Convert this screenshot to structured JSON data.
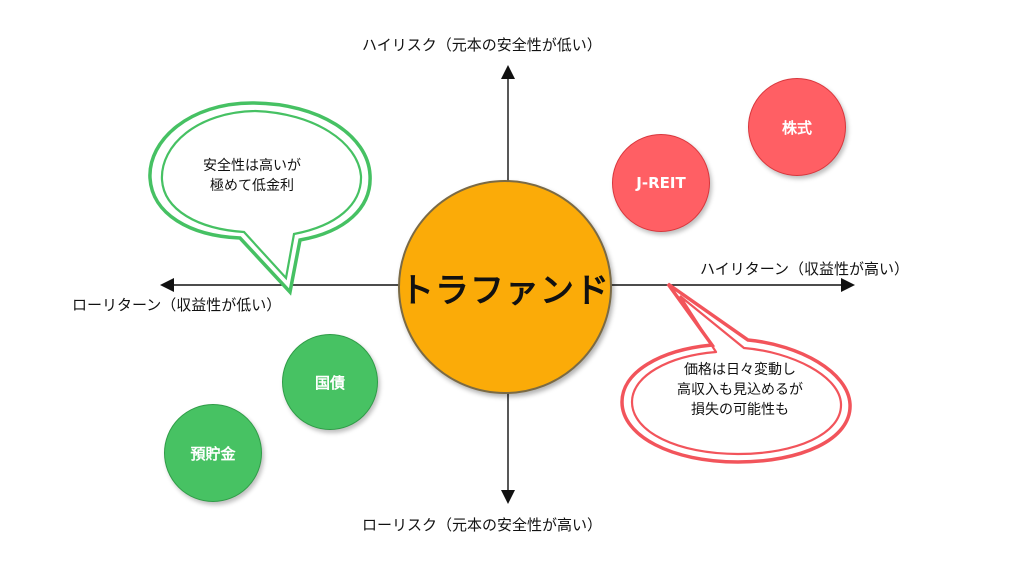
{
  "axes": {
    "top": "ハイリスク（元本の安全性が低い）",
    "bottom": "ローリスク（元本の安全性が高い）",
    "left": "ローリターン（収益性が低い）",
    "right": "ハイリターン（収益性が高い）"
  },
  "center": {
    "label": "トラファンド",
    "color": "#fbab08"
  },
  "items": {
    "stocks": "株式",
    "jreit": "J-REIT",
    "bonds": "国債",
    "deposits": "預貯金"
  },
  "bubbles": {
    "low": {
      "line1": "安全性は高いが",
      "line2": "極めて低金利"
    },
    "high": {
      "line1": "価格は日々変動し",
      "line2": "高収入も見込めるが",
      "line3": "損失の可能性も"
    }
  },
  "colors": {
    "green": "#47c263",
    "red": "#ff5f64",
    "orange": "#fbab08"
  }
}
